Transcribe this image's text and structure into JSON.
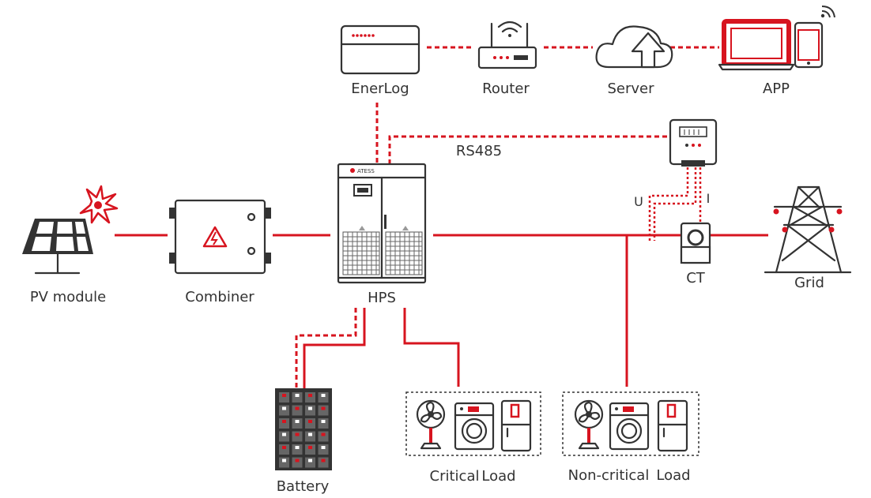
{
  "colors": {
    "accent": "#d7141f",
    "device_outline": "#333333",
    "text": "#333333"
  },
  "labels": {
    "enerlog": "EnerLog",
    "router": "Router",
    "server": "Server",
    "app": "APP",
    "rs485": "RS485",
    "pv_module": "PV module",
    "combiner": "Combiner",
    "hps": "HPS",
    "hps_brand": "ATESS",
    "meter_u": "U",
    "meter_i": "I",
    "ct": "CT",
    "grid": "Grid",
    "battery": "Battery",
    "critical_load_1": "Critical",
    "critical_load_2": "Load",
    "noncritical_load_1": "Non-critical",
    "noncritical_load_2": "Load"
  },
  "icons": {
    "enerlog": "datalogger-icon",
    "router": "wifi-router-icon",
    "server": "cloud-upload-icon",
    "app": "laptop-phone-icon",
    "pv": "solar-panel-icon",
    "combiner": "combiner-box-icon",
    "hps": "inverter-cabinet-icon",
    "meter": "energy-meter-icon",
    "ct": "current-transformer-icon",
    "grid": "transmission-tower-icon",
    "battery": "battery-rack-icon",
    "loads": [
      "fan-icon",
      "washing-machine-icon",
      "refrigerator-icon"
    ]
  }
}
